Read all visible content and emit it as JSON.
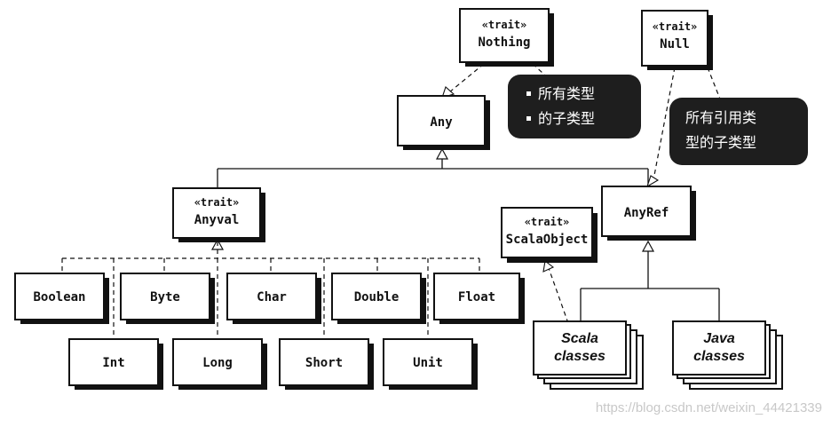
{
  "diagram": {
    "stereotype": "«trait»",
    "nodes": {
      "nothing": {
        "stereotype": "«trait»",
        "label": "Nothing"
      },
      "null": {
        "stereotype": "«trait»",
        "label": "Null"
      },
      "any": {
        "label": "Any"
      },
      "anyval": {
        "stereotype": "«trait»",
        "label": "Anyval"
      },
      "anyref": {
        "label": "AnyRef"
      },
      "scalaobject": {
        "stereotype": "«trait»",
        "label": "ScalaObject"
      },
      "boolean": {
        "label": "Boolean"
      },
      "byte": {
        "label": "Byte"
      },
      "char": {
        "label": "Char"
      },
      "double": {
        "label": "Double"
      },
      "float": {
        "label": "Float"
      },
      "int": {
        "label": "Int"
      },
      "long": {
        "label": "Long"
      },
      "short": {
        "label": "Short"
      },
      "unit": {
        "label": "Unit"
      },
      "scala_classes": {
        "line1": "Scala",
        "line2": "classes"
      },
      "java_classes": {
        "line1": "Java",
        "line2": "classes"
      }
    },
    "notes": {
      "nothing_note": {
        "line1": "所有类型",
        "line2": "的子类型"
      },
      "null_note": {
        "line1": "所有引用类",
        "line2": "型的子类型"
      }
    }
  },
  "watermark": "https://blog.csdn.net/weixin_44421339"
}
